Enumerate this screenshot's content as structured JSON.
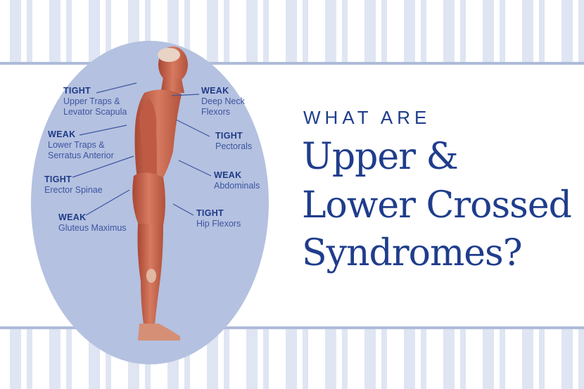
{
  "heading": {
    "kicker": "WHAT ARE",
    "line1": "Upper &",
    "line2": "Lower Crossed",
    "line3": "Syndromes?"
  },
  "labels": [
    {
      "id": "upper-traps",
      "tag": "TIGHT",
      "text": [
        "Upper Traps &",
        "Levator Scapula"
      ]
    },
    {
      "id": "deep-neck",
      "tag": "WEAK",
      "text": [
        "Deep Neck",
        "Flexors"
      ]
    },
    {
      "id": "lower-traps",
      "tag": "WEAK",
      "text": [
        "Lower Traps &",
        "Serratus Anterior"
      ]
    },
    {
      "id": "pectorals",
      "tag": "TIGHT",
      "text": [
        "Pectorals"
      ]
    },
    {
      "id": "erector",
      "tag": "TIGHT",
      "text": [
        "Erector Spinae"
      ]
    },
    {
      "id": "abdominals",
      "tag": "WEAK",
      "text": [
        "Abdominals"
      ]
    },
    {
      "id": "gluteus",
      "tag": "WEAK",
      "text": [
        "Gluteus Maximus"
      ]
    },
    {
      "id": "hip-flexors",
      "tag": "TIGHT",
      "text": [
        "Hip Flexors"
      ]
    }
  ],
  "colors": {
    "brand_blue": "#1f3d8c",
    "oval": "#b4c1e0",
    "stripe": "#dfe5f2",
    "muscle": "#c9654e"
  }
}
